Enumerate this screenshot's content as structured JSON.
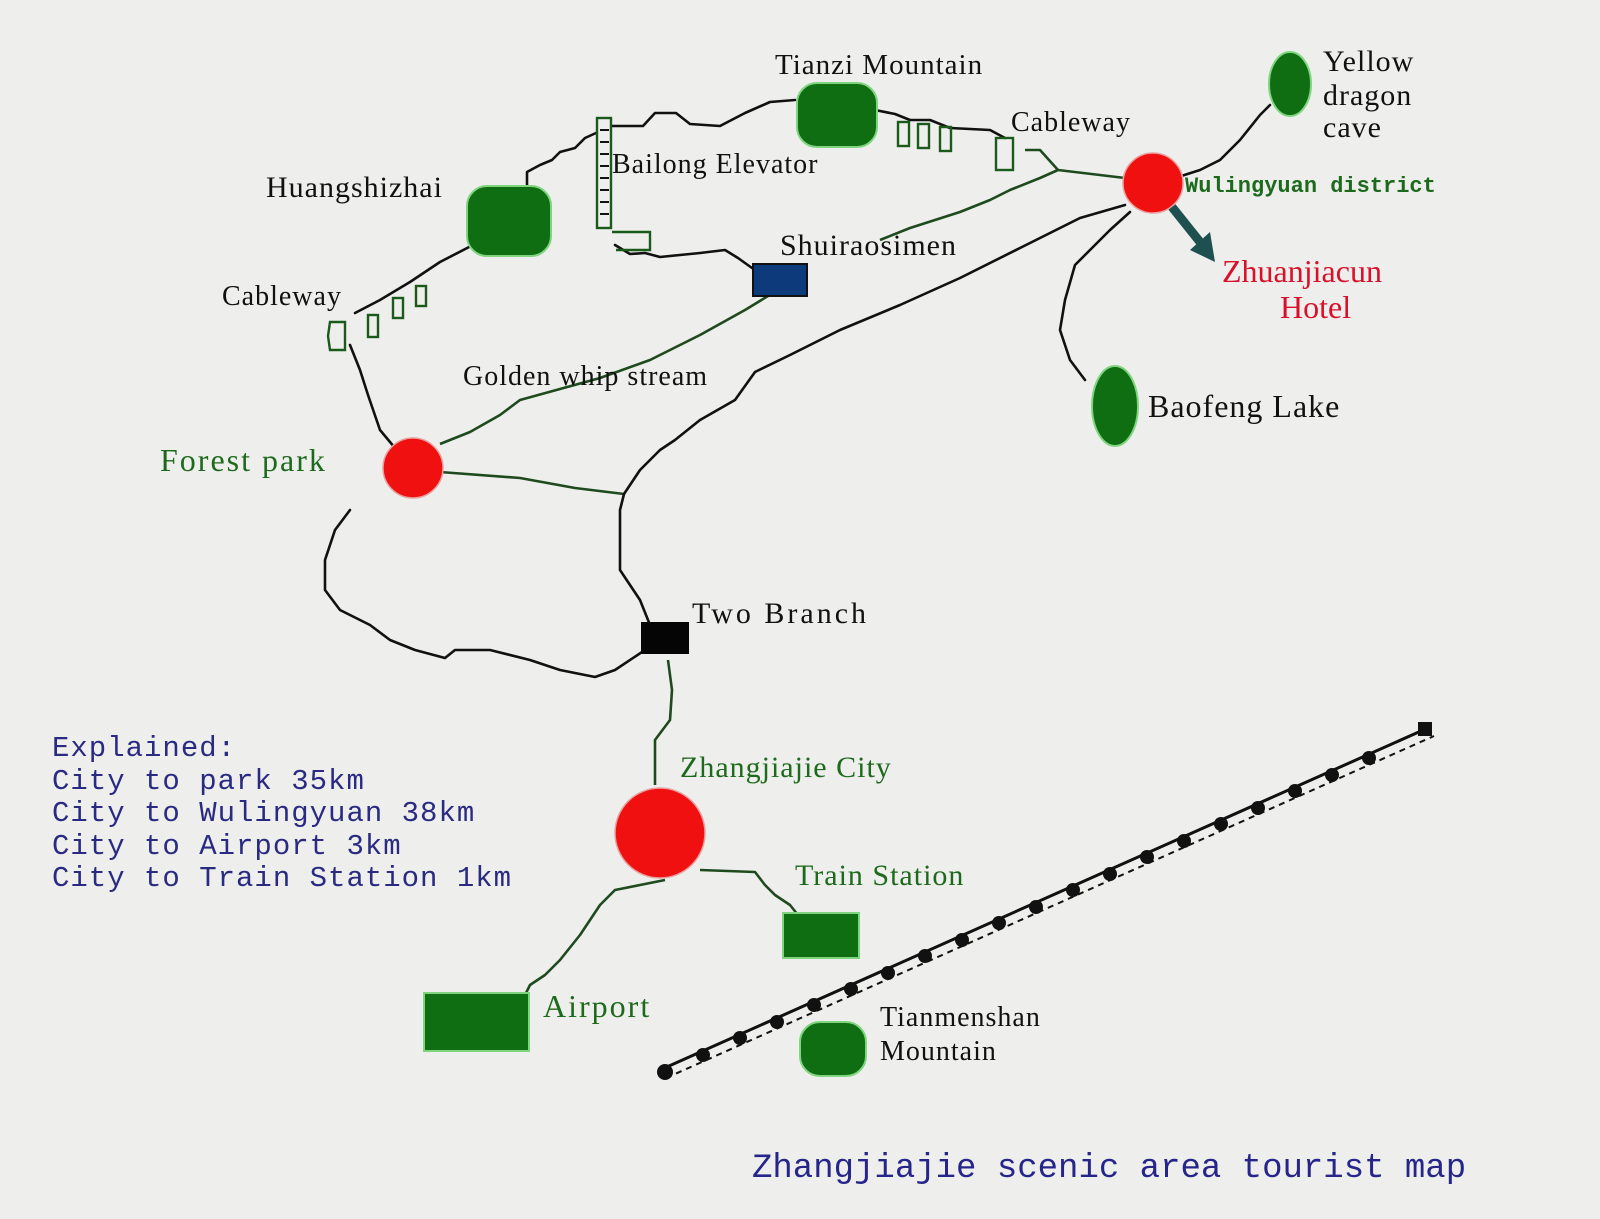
{
  "map": {
    "title": "Zhangjiajie scenic area tourist map",
    "colors": {
      "background": "#eeeeec",
      "scenic_spot": "#0f6e12",
      "district_hub": "#f01010",
      "road": "#111111",
      "label_green": "#1d6a1d",
      "label_red": "#d8102a",
      "label_blue": "#2a2a82",
      "station_blue": "#0c3a7a",
      "arrow": "#1e5050"
    },
    "places": {
      "tianzi_mountain": "Tianzi Mountain",
      "yellow_dragon_cave_line1": "Yellow",
      "yellow_dragon_cave_line2": "dragon",
      "yellow_dragon_cave_line3": "cave",
      "cableway_east": "Cableway",
      "bailong_elevator": "Bailong Elevator",
      "huangshizhai": "Huangshizhai",
      "wulingyuan_district": "Wulingyuan district",
      "shuiraosimen": "Shuiraosimen",
      "zhuanjiacun_hotel_line1": "Zhuanjiacun",
      "zhuanjiacun_hotel_line2": "Hotel",
      "cableway_west": "Cableway",
      "golden_whip_stream": "Golden whip stream",
      "baofeng_lake": "Baofeng Lake",
      "forest_park": "Forest park",
      "two_branch": "Two Branch",
      "zhangjiajie_city": "Zhangjiajie City",
      "train_station": "Train Station",
      "airport": "Airport",
      "tianmenshan_line1": "Tianmenshan",
      "tianmenshan_line2": "Mountain"
    },
    "legend": {
      "heading": "Explained:",
      "items": [
        "City to park 35km",
        "City to Wulingyuan 38km",
        "City to Airport 3km",
        "City to Train Station 1km"
      ]
    },
    "icons": {
      "scenic_spot": "green-rounded-marker",
      "hub": "red-circle-marker",
      "cable_car": "cable-car-icon",
      "elevator": "elevator-ladder-icon",
      "railway": "railway-track-icon",
      "direction": "arrow-icon"
    }
  }
}
